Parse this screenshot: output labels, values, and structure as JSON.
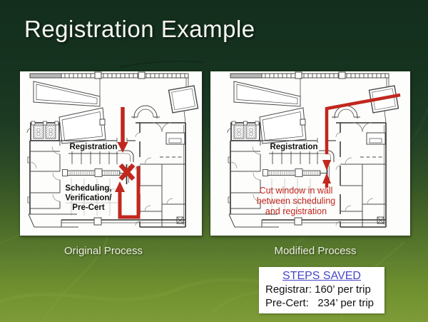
{
  "title": "Registration Example",
  "plans": {
    "left": {
      "caption": "Original Process",
      "registration_label": "Registration",
      "area_label_lines": [
        "Scheduling,",
        "Verification/",
        "Pre-Cert"
      ]
    },
    "right": {
      "caption": "Modified Process",
      "registration_label": "Registration",
      "annotation_lines": [
        "Cut window in wall",
        "between scheduling",
        "and registration"
      ]
    }
  },
  "steps_saved": {
    "heading": "STEPS SAVED",
    "rows": [
      "Registrar: 160’ per trip",
      "Pre-Cert:   234’ per trip"
    ]
  },
  "colors": {
    "background_top": "#14301d",
    "background_bottom": "#7d9c38",
    "annotation_red": "#c1271e",
    "heading_blue": "#4646c8"
  }
}
